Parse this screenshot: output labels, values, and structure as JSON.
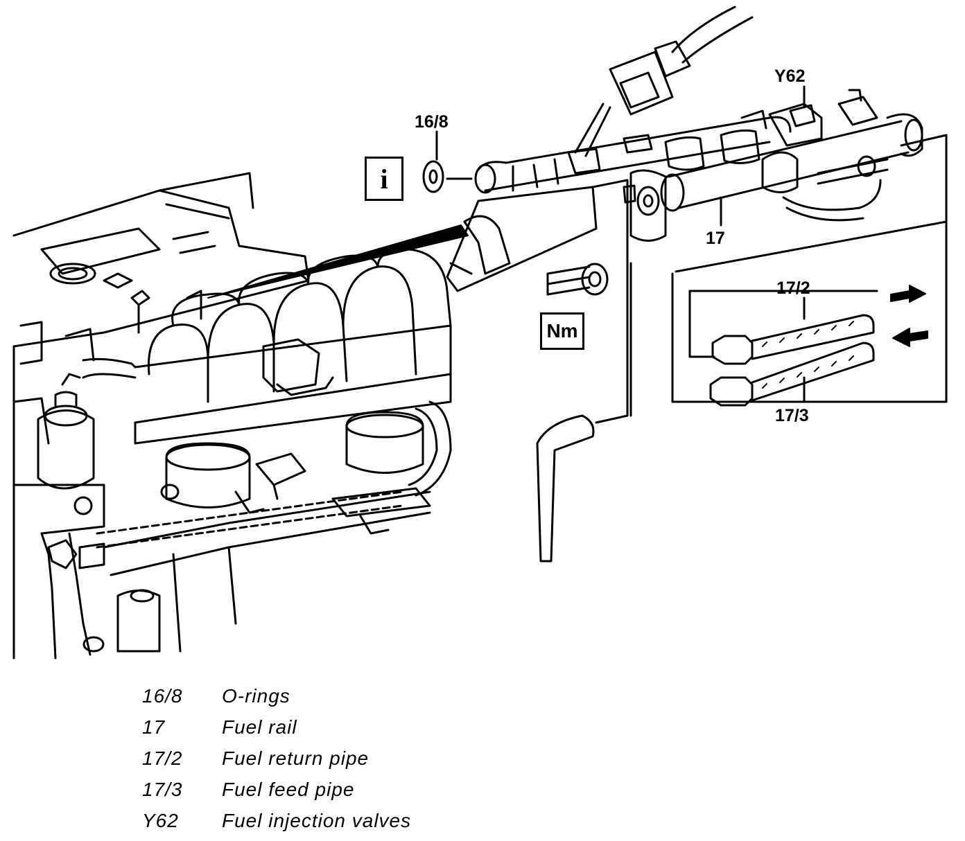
{
  "callouts": {
    "c16_8": "16/8",
    "c17": "17",
    "c17_2": "17/2",
    "c17_3": "17/3",
    "cY62": "Y62"
  },
  "badges": {
    "info": "i",
    "torque": "Nm"
  },
  "legend": [
    {
      "code": "16/8",
      "desc": "O-rings"
    },
    {
      "code": "17",
      "desc": "Fuel rail"
    },
    {
      "code": "17/2",
      "desc": "Fuel return pipe"
    },
    {
      "code": "17/3",
      "desc": "Fuel feed pipe"
    },
    {
      "code": "Y62",
      "desc": "Fuel injection valves"
    }
  ]
}
